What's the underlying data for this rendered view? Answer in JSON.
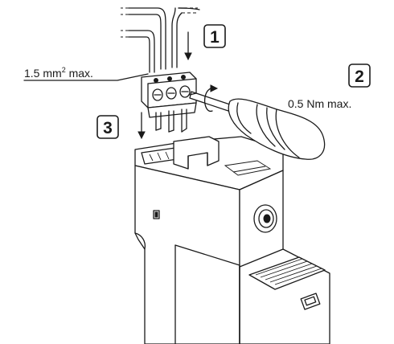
{
  "labels": {
    "wire_size": "1.5 mm",
    "wire_size_sup": "2",
    "wire_size_suffix": " max.",
    "torque": "0.5 Nm max."
  },
  "steps": [
    {
      "number": "1"
    },
    {
      "number": "2"
    },
    {
      "number": "3"
    }
  ]
}
